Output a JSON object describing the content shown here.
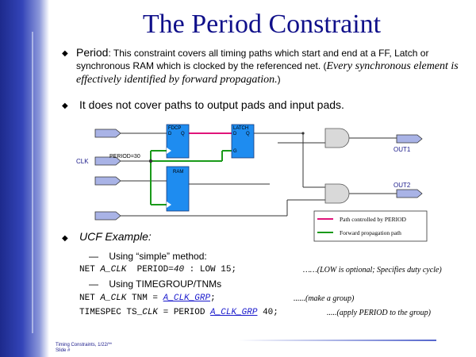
{
  "slide": {
    "title": "The Period Constraint",
    "bullet1": {
      "lead": "Period",
      "text": ": This constraint covers all timing paths which start and end at a FF, Latch or synchronous RAM which is clocked by the referenced net. (",
      "italic": "Every synchronous element is effectively identified by forward propagation.",
      "tail": ")"
    },
    "bullet2": "It does not cover paths to output pads and input pads.",
    "bullet3": "UCF Example:",
    "method1": "Using “simple” method:",
    "code1": {
      "a": "NET ",
      "b": "A_CLK",
      "c": "  PERIOD=",
      "d": "40",
      "e": " : LOW 15;",
      "note": "……(LOW is optional; Specifies duty cycle)"
    },
    "method2": "Using TIMEGROUP/TNMs",
    "code2": {
      "a": "NET ",
      "b": "A_CLK",
      "c": " TNM = ",
      "d": "A_CLK_GRP",
      "e": ";",
      "note": "......(make a group)"
    },
    "code3": {
      "a": "TIMESPEC TS_",
      "b": "CLK",
      "c": " = PERIOD ",
      "d": "A_CLK_GRP",
      "e": " 40;",
      "note": ".....(apply PERIOD to the group)"
    },
    "footer_line1": "Timing Constraints, 1/22/**",
    "footer_line2": "Slide #"
  },
  "diagram": {
    "clk_label": "CLK",
    "period_label": "PERIOD=30",
    "ffop_label": "FDCP",
    "ffop_d": "D",
    "ffop_q": "Q",
    "latch_label": "LATCH",
    "latch_d": "D",
    "latch_q": "Q",
    "latch_g": "G",
    "ram_label": "RAM",
    "out1": "OUT1",
    "out2": "OUT2",
    "legend_red": "Path controlled by PERIOD",
    "legend_green": "Forward propagation path",
    "colors": {
      "block": "#1e8cf0",
      "controlled": "#e0147a",
      "forward": "#1a9a1a",
      "pad": "#a9b3e6"
    }
  }
}
